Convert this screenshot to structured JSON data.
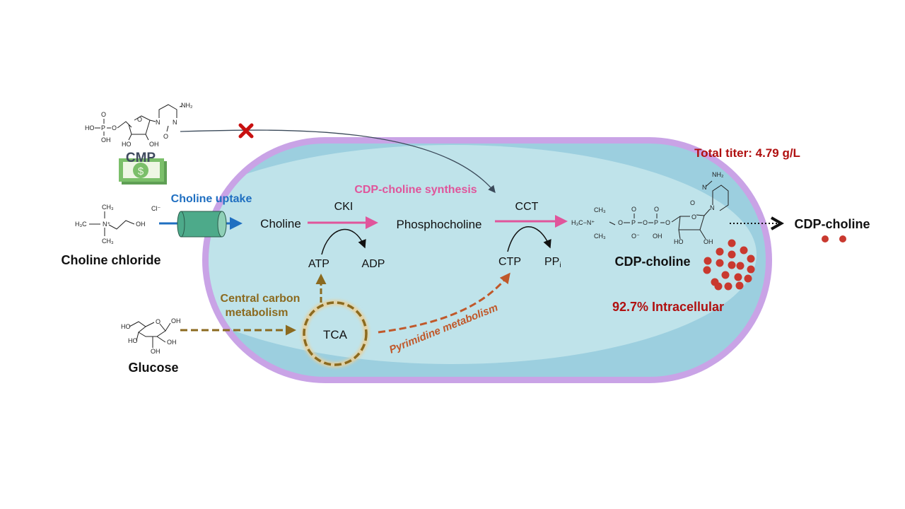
{
  "colors": {
    "cell_outer": "#c9a3e6",
    "cell_inner": "#bfe3ea",
    "cell_dark": "#9ccfdf",
    "uptake": "#1f6fc1",
    "synthesis": "#e0559b",
    "central_carbon": "#8b6a1f",
    "pyrimidine": "#c0582a",
    "highlight_red": "#b01010",
    "dot_red": "#c9392f",
    "transporter": "#4daa8a",
    "money": "#7bbf6a"
  },
  "cmp": {
    "label": "CMP",
    "atoms": [
      "HO",
      "P",
      "O",
      "O",
      "OH",
      "O",
      "N",
      "N",
      "O",
      "NH₂",
      "HO",
      "OH"
    ],
    "blocked_icon": "red-cross-icon",
    "money_icon": "dollar-bill-icon",
    "money_symbol": "$"
  },
  "choline_chloride": {
    "label": "Choline chloride",
    "counter_ion": "Cl⁻",
    "atoms": [
      "CH₃",
      "H₃C",
      "N⁺",
      "OH",
      "CH₃"
    ]
  },
  "glucose": {
    "label": "Glucose",
    "atoms": [
      "HO",
      "O",
      "OH",
      "HO",
      "OH",
      "OH"
    ]
  },
  "pathway": {
    "uptake_label": "Choline uptake",
    "synthesis_label": "CDP-choline synthesis",
    "choline": "Choline",
    "cki": "CKI",
    "atp": "ATP",
    "adp": "ADP",
    "phosphocholine": "Phosphocholine",
    "cct": "CCT",
    "ctp": "CTP",
    "ppi": "PP",
    "ppi_sub": "i",
    "central_carbon_line1": "Central carbon",
    "central_carbon_line2": "metabolism",
    "tca": "TCA",
    "pyrimidine": "Pyrimidine metabolism"
  },
  "product": {
    "label": "CDP-choline",
    "atoms": [
      "CH₃",
      "H₃C−N⁺",
      "CH₃",
      "O",
      "P",
      "O",
      "O⁻",
      "O",
      "P",
      "O",
      "OH",
      "O",
      "O",
      "N",
      "N",
      "O",
      "NH₂",
      "HO",
      "OH"
    ],
    "total_titer": "Total titer: 4.79 g/L",
    "intracellular": "92.7% Intracellular",
    "secreted_label": "CDP-choline"
  }
}
